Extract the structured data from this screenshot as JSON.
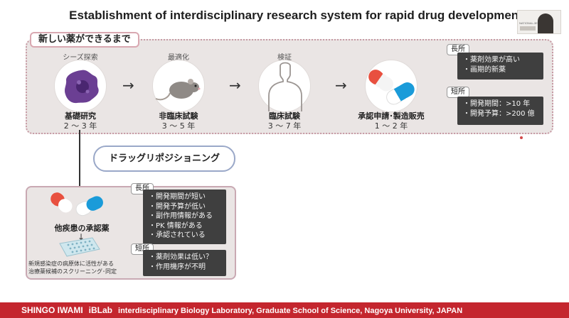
{
  "title": "Establishment of interdisciplinary research system for rapid drug development",
  "webcam": {
    "caption": "NATIONAL-3EN"
  },
  "section_tag": "新しい薬ができるまで",
  "stages": [
    {
      "top_label": "シーズ探索",
      "name": "基礎研究",
      "years": "2 〜 3 年"
    },
    {
      "top_label": "最適化",
      "name": "非臨床試験",
      "years": "3 〜 5 年"
    },
    {
      "top_label": "検証",
      "name": "臨床試験",
      "years": "3 〜 7 年"
    },
    {
      "top_label": "",
      "name": "承認申請･製造販売",
      "years": "1 〜 2 年"
    }
  ],
  "top_merits": {
    "label": "長所",
    "items": [
      "・薬剤効果が高い",
      "・画期的新薬"
    ]
  },
  "top_demerits": {
    "label": "短所",
    "items": [
      "・開発期間：>10 年",
      "・開発予算：>200 億"
    ]
  },
  "repositioning_tag": "ドラッグリポジショニング",
  "bottom": {
    "drug_label": "他疾患の承認薬",
    "caption_1": "新規感染症の病原体に活性がある",
    "caption_2": "治療薬候補のスクリーニング･同定"
  },
  "bottom_merits": {
    "label": "長所",
    "items": [
      "・開発期間が短い",
      "・開発予算が低い",
      "・副作用情報がある",
      "・PK 情報がある",
      "・承認されている"
    ]
  },
  "bottom_demerits": {
    "label": "短所",
    "items": [
      "・薬剤効果は低い？",
      "・作用機序が不明"
    ]
  },
  "footer": {
    "name": "SHINGO IWAMI",
    "lab": "iBLab",
    "affiliation": "interdisciplinary Biology Laboratory, Graduate School of Science, Nagoya University, JAPAN"
  },
  "colors": {
    "footer": "#c4262e",
    "panel": "#eae5e4",
    "dark_box": "#3f3f3f",
    "tag_border": "#d9a8b1",
    "cell_purple": "#6b3f93"
  }
}
